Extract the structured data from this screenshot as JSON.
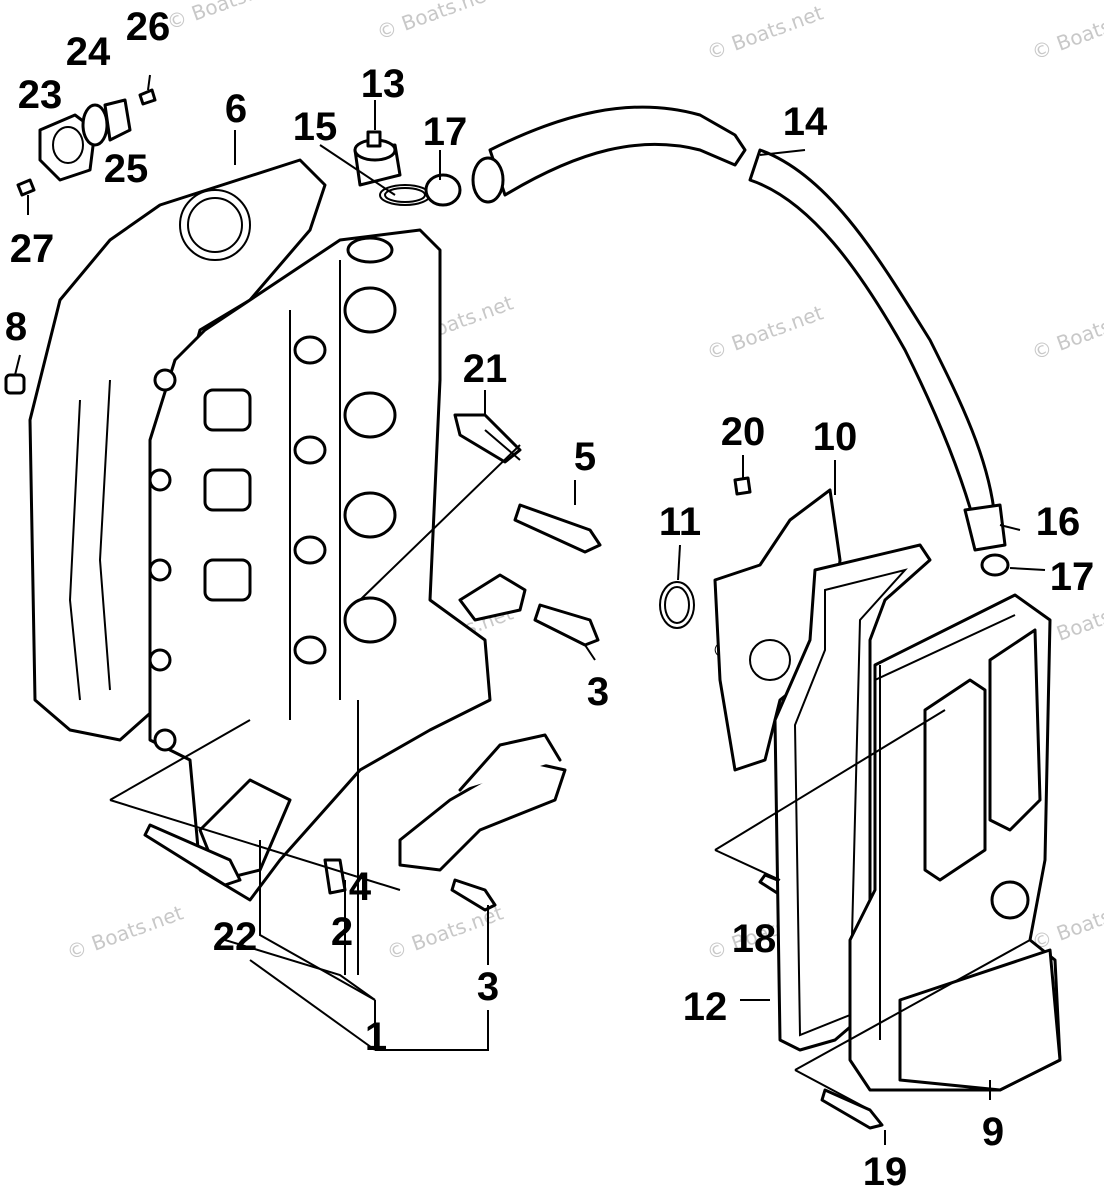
{
  "watermark": "© Boats.net",
  "callouts": [
    {
      "id": "1",
      "label": "1"
    },
    {
      "id": "2",
      "label": "2"
    },
    {
      "id": "3a",
      "label": "3"
    },
    {
      "id": "3b",
      "label": "3"
    },
    {
      "id": "4",
      "label": "4"
    },
    {
      "id": "5",
      "label": "5"
    },
    {
      "id": "6",
      "label": "6"
    },
    {
      "id": "8",
      "label": "8"
    },
    {
      "id": "9",
      "label": "9"
    },
    {
      "id": "10",
      "label": "10"
    },
    {
      "id": "11",
      "label": "11"
    },
    {
      "id": "12",
      "label": "12"
    },
    {
      "id": "13",
      "label": "13"
    },
    {
      "id": "14",
      "label": "14"
    },
    {
      "id": "15",
      "label": "15"
    },
    {
      "id": "16",
      "label": "16"
    },
    {
      "id": "17a",
      "label": "17"
    },
    {
      "id": "17b",
      "label": "17"
    },
    {
      "id": "18",
      "label": "18"
    },
    {
      "id": "19",
      "label": "19"
    },
    {
      "id": "20",
      "label": "20"
    },
    {
      "id": "21",
      "label": "21"
    },
    {
      "id": "22",
      "label": "22"
    },
    {
      "id": "23",
      "label": "23"
    },
    {
      "id": "24",
      "label": "24"
    },
    {
      "id": "25",
      "label": "25"
    },
    {
      "id": "26",
      "label": "26"
    },
    {
      "id": "27",
      "label": "27"
    }
  ]
}
